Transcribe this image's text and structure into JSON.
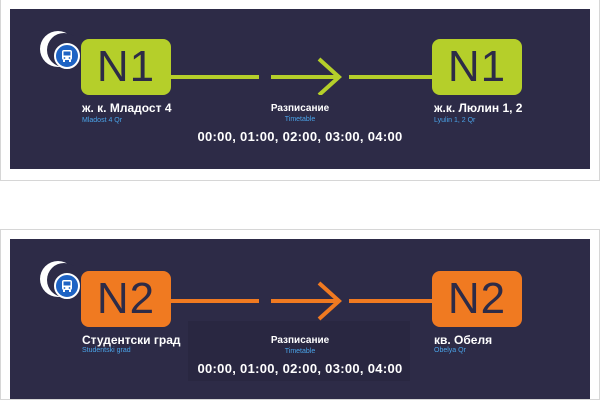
{
  "signs": [
    {
      "route": "N1",
      "accent_color": "#b5cf2a",
      "from": {
        "name": "ж. к. Младост 4",
        "latin": "Mladost 4 Qr"
      },
      "to": {
        "name": "ж.к. Люлин 1, 2",
        "latin": "Lyulin 1, 2 Qr"
      },
      "timetable_title": "Разписание",
      "timetable_subtitle": "Timetable",
      "times": "00:00, 01:00, 02:00, 03:00, 04:00"
    },
    {
      "route": "N2",
      "accent_color": "#f07a21",
      "from": {
        "name": "Студентски град",
        "latin": "Studentski grad"
      },
      "to": {
        "name": "кв. Обеля",
        "latin": "Obelya Qr"
      },
      "timetable_title": "Разписание",
      "timetable_subtitle": "Timetable",
      "times": "00:00, 01:00, 02:00, 03:00, 04:00"
    }
  ],
  "icons": {
    "logo": "moon-bus-icon",
    "arrow": "right-arrow-icon"
  },
  "colors": {
    "panel": "#2d2b47",
    "latin_text": "#4aa3e8",
    "badge": "#1e63c4"
  }
}
